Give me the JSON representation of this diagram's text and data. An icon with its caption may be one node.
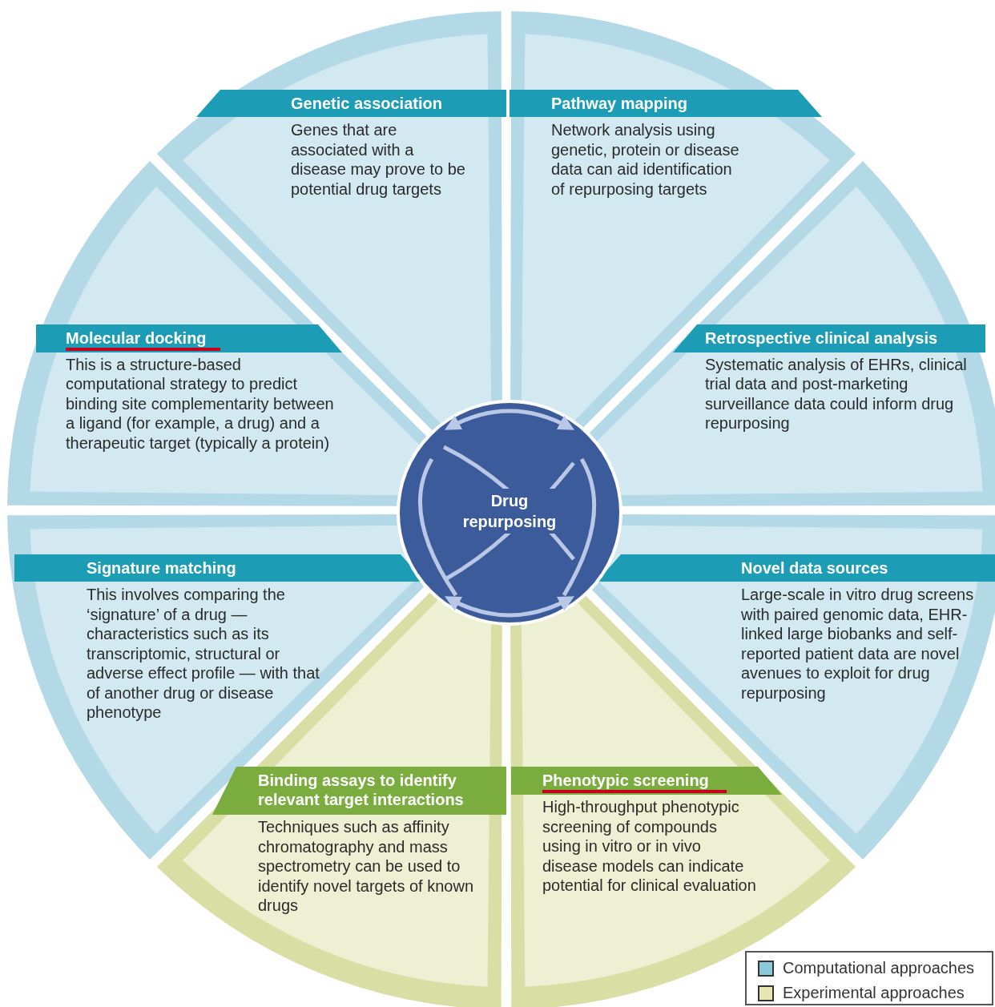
{
  "diagram": {
    "nodes": [
      {
        "text": [
          "Genetic association",
          "Genes that are associated with a disease may prove to be potential drug targets"
        ]
      },
      {
        "text": [
          "Pathway mapping",
          "Network analysis using genetic, protein or disease data can aid identification of repurposing targets"
        ]
      },
      {
        "text": [
          "Molecular docking",
          "This is a structure-based computational strategy to predict binding site complementarity between a ligand (for example, a drug) and a therapeutic target (typically a protein)"
        ]
      },
      {
        "text": [
          "Retrospective clinical analysis",
          "Systematic analysis of EHRs, clinical trial data and post-marketing surveillance data could inform drug repurposing"
        ]
      },
      {
        "text": [
          "Drug repurposing"
        ]
      },
      {
        "text": [
          "Signature matching",
          "This involves comparing the ‘signature’ of a drug — characteristics such as its transcriptomic, structural or adverse effect profile — with that of another drug or disease phenotype"
        ]
      },
      {
        "text": [
          "Novel data sources",
          "Large-scale in vitro drug screens with paired genomic data, EHR-linked large biobanks and self-reported patient data are novel avenues to exploit for drug repurposing"
        ]
      },
      {
        "text": [
          "Binding assays to identify relevant target interactions",
          "Techniques such as affinity chromatography and mass spectrometry can be used to identify novel targets of known drugs"
        ]
      },
      {
        "text": [
          "Phenotypic screening",
          "High-throughput phenotypic screening of compounds using in vitro or in vivo disease models can indicate potential for clinical evaluation"
        ]
      }
    ],
    "legend": [
      {
        "text": "Computational approaches",
        "color": "#8cc8dc"
      },
      {
        "text": "Experimental approaches",
        "color": "#e4e8b0"
      }
    ]
  }
}
